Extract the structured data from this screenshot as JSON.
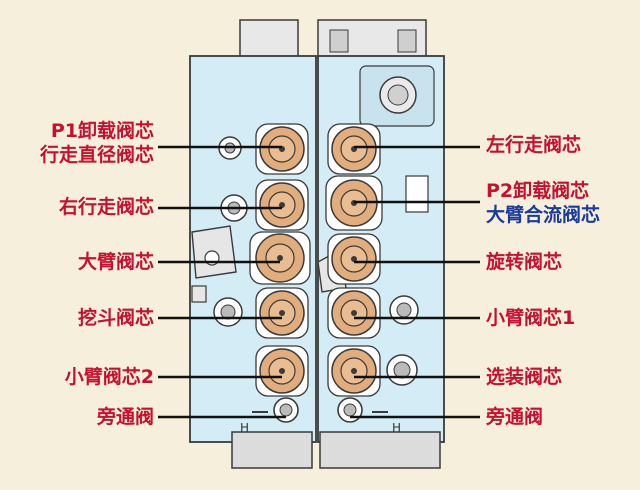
{
  "colors": {
    "label_left": "#c8102e",
    "label_right_primary": "#c8102e",
    "label_right_secondary": "#1a3b9c",
    "block_fill": "#d3ecf5",
    "block_stroke": "#3a3a3a",
    "spool_fill": "#e2ad7c",
    "leader": "#111111"
  },
  "labels": {
    "p1_unload": "P1卸载阀芯",
    "travel_straight": "行走直径阀芯",
    "right_travel": "右行走阀芯",
    "boom": "大臂阀芯",
    "bucket": "挖斗阀芯",
    "arm2": "小臂阀芯2",
    "bypass_left": "旁通阀",
    "left_travel": "左行走阀芯",
    "p2_unload": "P2卸载阀芯",
    "boom_confluence": "大臂合流阀芯",
    "swing": "旋转阀芯",
    "arm1": "小臂阀芯1",
    "option": "选装阀芯",
    "bypass_right": "旁通阀"
  },
  "markings": {
    "h_left": "H",
    "h_right": "H"
  }
}
